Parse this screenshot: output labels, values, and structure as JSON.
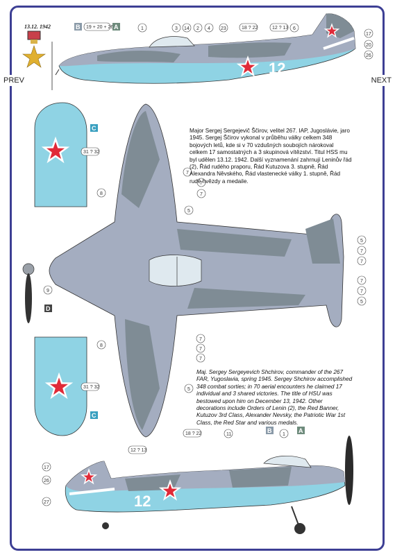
{
  "nav": {
    "prev": "PREV",
    "next": "NEXT"
  },
  "medal": {
    "date": "13.12. 1942"
  },
  "aircraft": {
    "tactical_number": "12"
  },
  "callouts": {
    "one": "1",
    "two": "2",
    "three": "3",
    "four": "4",
    "five": "5",
    "six": "6",
    "seven": "7",
    "eight": "8",
    "nine": "9",
    "eleven": "11",
    "fourteen": "14",
    "seventeen": "17",
    "twenty": "20",
    "twentythree": "23",
    "twentysix": "26",
    "twentyseven": "27",
    "stencil_a": "19 + 20 + 26",
    "stencil_b": "18 ? 22",
    "stencil_c": "12 ? 13",
    "stencil_d": "31 ? 32",
    "box_a": "A",
    "box_b": "B",
    "box_c": "C",
    "box_d": "D"
  },
  "text": {
    "czech": "Major Sergej Sergejevič Ščirov, velitel 267. IAP, Jugoslávie, jaro 1945. Sergej Ščirov vykonal v průběhu války celkem 348 bojových letů, kde si v 70 vzdušných soubojích nárokoval celkem 17 samostatných a 3 skupinová vítězství. Titul HSS mu byl udělen 13.12. 1942. Další vyznamenání zahrnují Leninův řád (2), Řád rudého praporu, Řád Kutuzova 3. stupně, Řád Alexandra Něvského, Řád vlastenecké války 1. stupně, Řád rudé hvězdy a medaile.",
    "english": "Maj. Sergey Sergeyevich Shchirov, commander of the 267 FAR, Yugoslavia, spring 1945. Sergey Shchirov accomplished 348 combat sorties; in 70 aerial encounters he claimed 17 individual and 3 shared victories. The title of HSU was bestowed upon him on December 13, 1942. Other decorations include Orders of Lenin (2), the Red Banner, Kutuzov 3rd Class, Alexander Nevsky, the Patriotic War 1st Class, the Red Star and various medals."
  },
  "colors": {
    "grey_dark": "#7f8c95",
    "grey_light": "#a4adc0",
    "blue_under": "#8fd3e4",
    "star_red": "#e02a38",
    "frame": "#3d3f94"
  }
}
